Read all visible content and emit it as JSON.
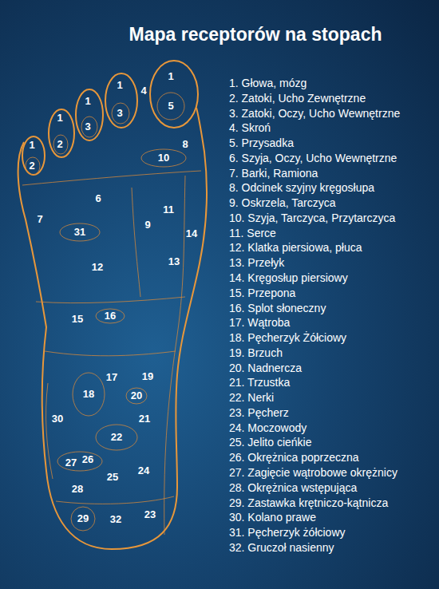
{
  "diagram": {
    "title": "Mapa receptorów na stopach",
    "labels": [
      "1",
      "2",
      "1",
      "2",
      "1",
      "3",
      "1",
      "3",
      "1",
      "5",
      "4",
      "8",
      "10",
      "6",
      "7",
      "31",
      "9",
      "11",
      "14",
      "13",
      "12",
      "15",
      "16",
      "17",
      "19",
      "18",
      "20",
      "30",
      "21",
      "22",
      "27",
      "26",
      "25",
      "24",
      "28",
      "29",
      "32",
      "23",
      "1. Głowa, mózg",
      "2. Zatoki, Ucho Zewnętrzne",
      "3. Zatoki, Oczy, Ucho Wewnętrzne",
      "4. Skroń",
      "5. Przysadka",
      "6. Szyja, Oczy, Ucho Wewnętrzne",
      "7. Barki, Ramiona",
      "8. Odcinek szyjny kręgosłupa",
      "9. Oskrzela, Tarczyca",
      "10. Szyja, Tarczyca, Przytarczyca",
      "11. Serce",
      "12. Klatka piersiowa, płuca",
      "13. Przełyk",
      "14. Kręgosłup piersiowy",
      "15. Przepona",
      "16. Splot słoneczny",
      "17. Wątroba",
      "18. Pęcherzyk Żółciowy",
      "19. Brzuch",
      "20. Nadnercza",
      "21. Trzustka",
      "22. Nerki",
      "23. Pęcherz",
      "24. Moczowody",
      "25. Jelito cieńkie",
      "26. Okrężnica poprzeczna",
      "27. Zagięcie wątrobowe okrężnicy",
      "28. Okrężnica wstępująca",
      "29. Zastawka krętniczo-kątnicza",
      "30. Kolano prawe",
      "31. Pęcherzyk żółciowy",
      "32. Gruczoł nasienny"
    ]
  }
}
